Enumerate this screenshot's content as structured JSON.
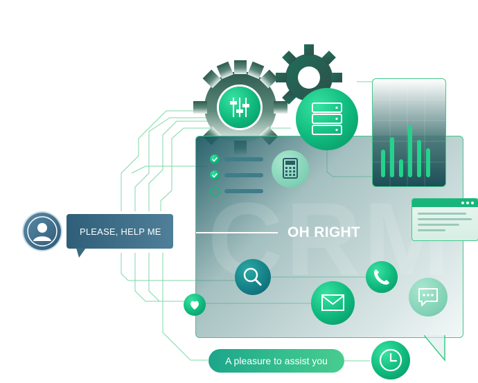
{
  "chat": {
    "customer_message": "PLEASE, HELP ME",
    "agent_reply": "OH RIGHT",
    "closing_message": "A pleasure to assist you"
  },
  "watermark": "CRM",
  "checklist": {
    "checked_items": 2,
    "total_items": 3
  },
  "icons": [
    "user-avatar-icon",
    "settings-sliders-icon",
    "server-icon",
    "calculator-icon",
    "bar-chart-icon",
    "browser-window-icon",
    "search-icon",
    "phone-icon",
    "mail-icon",
    "chat-icon",
    "heart-icon",
    "clock-icon",
    "gear-icon"
  ],
  "colors": {
    "accent_green": "#0eb87c",
    "teal": "#137d85",
    "bubble_blue": "#3f6f88",
    "line_green": "#7fd7a8"
  }
}
